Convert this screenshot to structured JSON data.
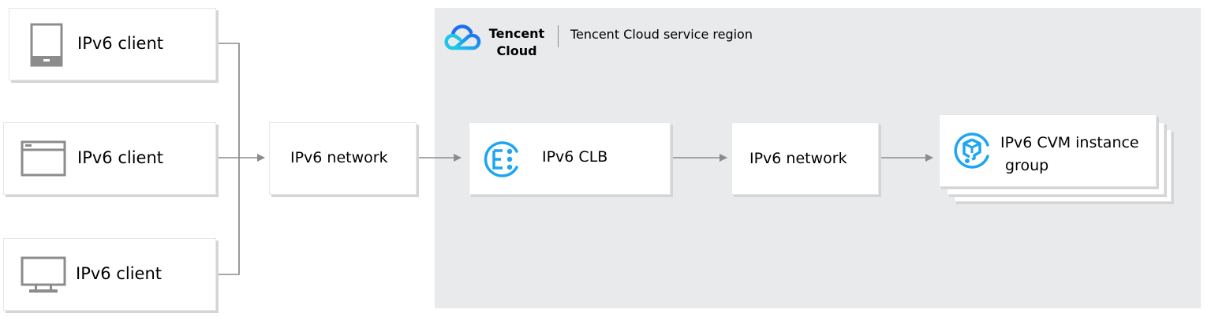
{
  "region": {
    "brand_line1": "Tencent",
    "brand_line2": "Cloud",
    "title": "Tencent Cloud service region",
    "logo_icon": "tencent-cloud-logo-icon",
    "background": "#e9eaec"
  },
  "clients": [
    {
      "label": "IPv6 client",
      "icon": "tablet-icon"
    },
    {
      "label": "IPv6 client",
      "icon": "browser-window-icon"
    },
    {
      "label": "IPv6 client",
      "icon": "desktop-monitor-icon"
    }
  ],
  "nodes": {
    "network_public": {
      "label": "IPv6 network"
    },
    "clb": {
      "label": "IPv6 CLB",
      "icon": "clb-load-balancer-icon"
    },
    "network_private": {
      "label": "IPv6 network"
    },
    "cvm_group": {
      "line1": "IPv6 CVM instance",
      "line2": "group",
      "icon": "cvm-instance-icon"
    }
  },
  "colors": {
    "accent": "#1ea5f2",
    "connector": "#8c8c8c",
    "icon_gray": "#8c8c8c"
  },
  "edges": [
    {
      "from": "clients",
      "to": "network_public"
    },
    {
      "from": "network_public",
      "to": "clb"
    },
    {
      "from": "clb",
      "to": "network_private"
    },
    {
      "from": "network_private",
      "to": "cvm_group"
    }
  ]
}
